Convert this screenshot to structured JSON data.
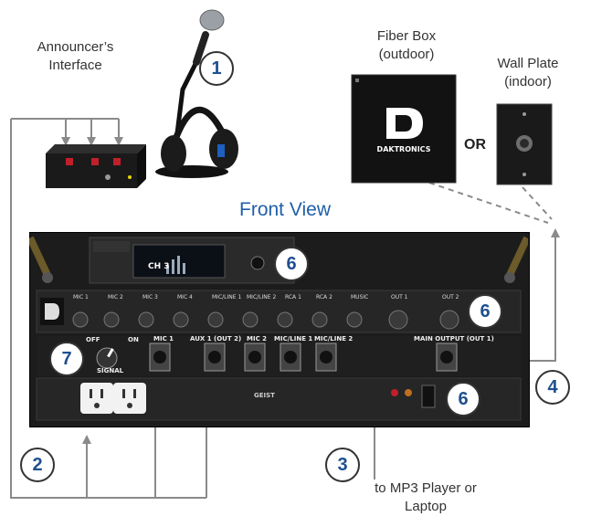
{
  "labels": {
    "announcer": "Announcer’s Interface",
    "fiber_box": "Fiber Box (outdoor)",
    "wall_plate": "Wall Plate (indoor)",
    "or": "OR",
    "front_view": "Front View",
    "mp3": "to MP3 Player or Laptop"
  },
  "callouts": [
    "1",
    "2",
    "3",
    "4",
    "6",
    "6",
    "6",
    "7"
  ],
  "device_text": {
    "brand": "DAKTRONICS",
    "channel": "CH 3",
    "mic_channels": [
      "MIC 1",
      "MIC 2",
      "MIC 3",
      "MIC 4",
      "MIC/LINE 1",
      "MIC/LINE 2",
      "RCA 1",
      "RCA 2",
      "MUSIC",
      "OUT 1",
      "OUT 2"
    ],
    "jacks": [
      "MIC 1",
      "AUX 1 (OUT 2)",
      "MIC 2",
      "MIC/LINE 1",
      "MIC/LINE 2"
    ],
    "main_output": "MAIN OUTPUT (OUT 1)",
    "switch_off": "OFF",
    "switch_on": "ON",
    "switch_signal": "SIGNAL",
    "pdu_brand": "GEIST"
  },
  "colors": {
    "title_blue": "#1f5fa8",
    "callout_blue": "#1f4f8f",
    "line_gray": "#8a8a8a",
    "rack_dark": "#1c1c1c"
  }
}
